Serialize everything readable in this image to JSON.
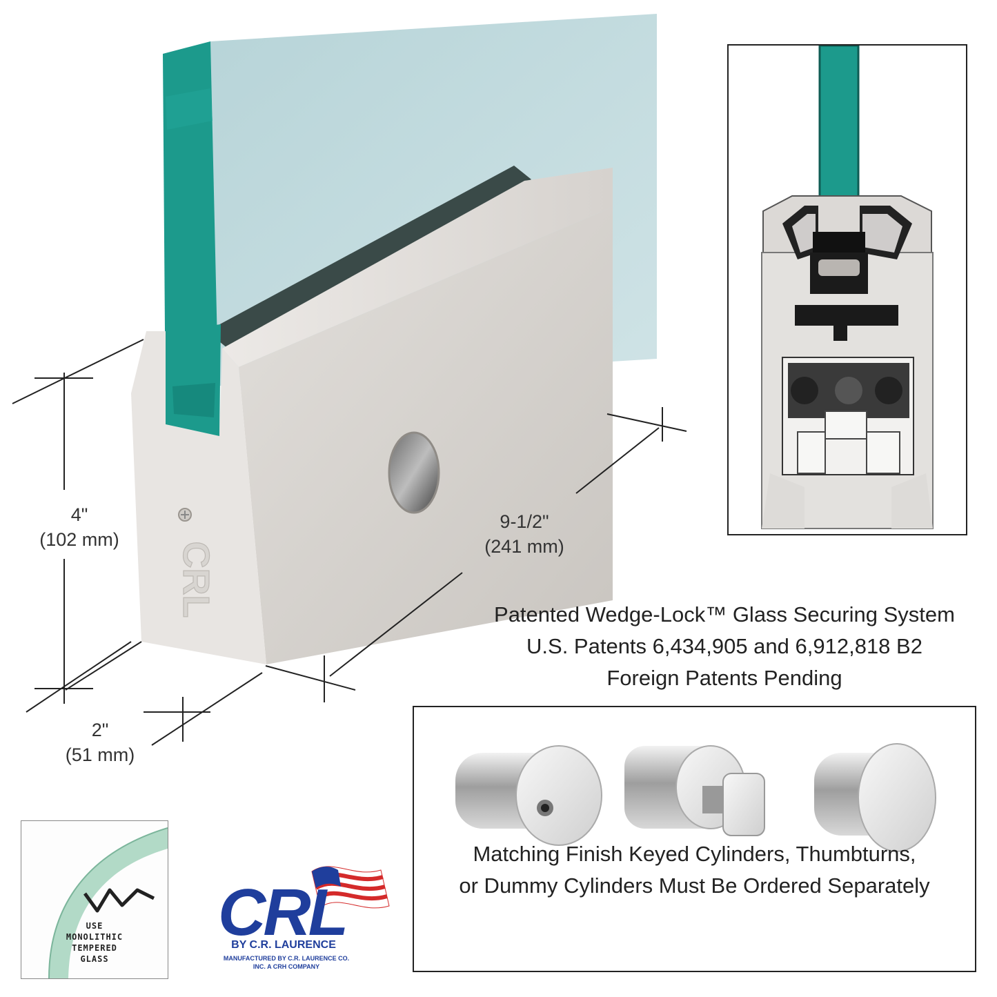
{
  "dimensions": {
    "height": {
      "value": "4\"",
      "metric": "(102 mm)"
    },
    "length": {
      "value": "9-1/2\"",
      "metric": "(241 mm)"
    },
    "depth": {
      "value": "2\"",
      "metric": "(51 mm)"
    }
  },
  "patent": {
    "line1": "Patented Wedge-Lock™ Glass Securing System",
    "line2": "U.S. Patents 6,434,905 and 6,912,818 B2",
    "line3": "Foreign Patents Pending"
  },
  "cylinders": {
    "line1": "Matching Finish Keyed Cylinders, Thumbturns,",
    "line2": "or Dummy Cylinders Must Be Ordered Separately"
  },
  "glass_badge": {
    "line1": "USE",
    "line2": "MONOLITHIC",
    "line3": "TEMPERED",
    "line4": "GLASS"
  },
  "logo": {
    "brand": "CRL",
    "tagline": "BY C.R. LAURENCE",
    "top_line": "MANUFACTURED BY C.R. LAURENCE CO. INC.",
    "sub_line": "A CRH COMPANY"
  },
  "colors": {
    "glass_edge": "#1c9a8c",
    "glass_face": "#c3dcdf",
    "metal": "#d9d6d2",
    "logo_blue": "#1f3e9c",
    "logo_red": "#d42a2a"
  }
}
